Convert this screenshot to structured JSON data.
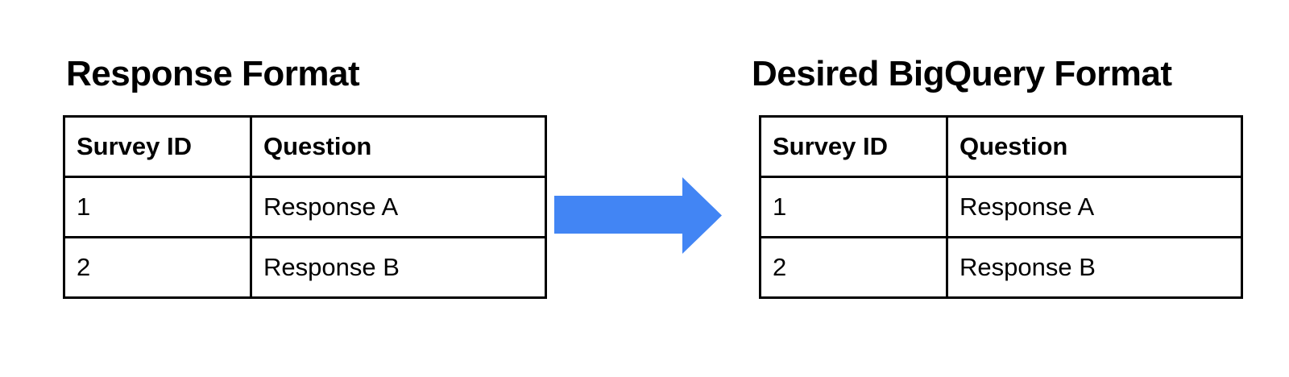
{
  "left": {
    "title": "Response Format",
    "headers": {
      "survey_id": "Survey ID",
      "question": "Question"
    },
    "rows": [
      {
        "survey_id": "1",
        "question": "Response A"
      },
      {
        "survey_id": "2",
        "question": "Response B"
      }
    ]
  },
  "right": {
    "title": "Desired BigQuery Format",
    "headers": {
      "survey_id": "Survey ID",
      "question": "Question"
    },
    "rows": [
      {
        "survey_id": "1",
        "question": "Response A"
      },
      {
        "survey_id": "2",
        "question": "Response B"
      }
    ]
  },
  "arrow": {
    "direction": "right",
    "color": "#4285F4"
  },
  "colors": {
    "background": "#ffffff",
    "table_border": "#000000",
    "text": "#000000",
    "arrow_blue": "#4285F4"
  }
}
